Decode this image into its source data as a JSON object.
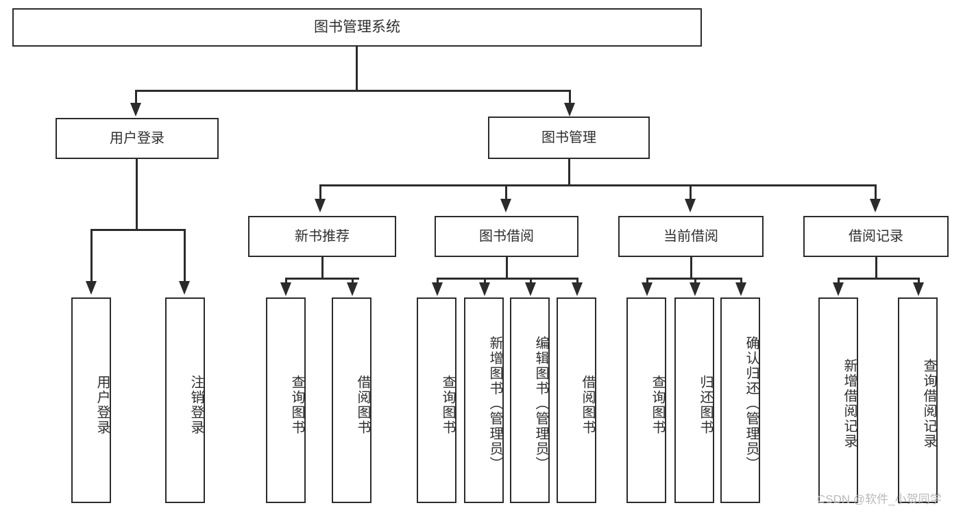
{
  "diagram": {
    "title": "图书管理系统",
    "type": "tree",
    "root": {
      "label": "图书管理系统"
    },
    "level1": [
      {
        "label": "用户登录"
      },
      {
        "label": "图书管理"
      }
    ],
    "level2": [
      {
        "label": "新书推荐"
      },
      {
        "label": "图书借阅"
      },
      {
        "label": "当前借阅"
      },
      {
        "label": "借阅记录"
      }
    ],
    "leaves": {
      "user_login": [
        {
          "label": "用户登录"
        },
        {
          "label": "注销登录"
        }
      ],
      "new_book_recommend": [
        {
          "label": "查询图书"
        },
        {
          "label": "借阅图书"
        }
      ],
      "book_borrow": [
        {
          "label": "查询图书"
        },
        {
          "label": "新增图书（管理员）"
        },
        {
          "label": "编辑图书（管理员）"
        },
        {
          "label": "借阅图书"
        }
      ],
      "current_borrow": [
        {
          "label": "查询图书"
        },
        {
          "label": "归还图书"
        },
        {
          "label": "确认归还（管理员）"
        }
      ],
      "borrow_record": [
        {
          "label": "新增借阅记录"
        },
        {
          "label": "查询借阅记录"
        }
      ]
    }
  },
  "colors": {
    "border": "#2b2b2b",
    "text": "#2e2e2e",
    "background": "#ffffff",
    "watermark": "#b9b9b9"
  },
  "watermark": {
    "text": "CSDN @软件_小贺同学"
  }
}
